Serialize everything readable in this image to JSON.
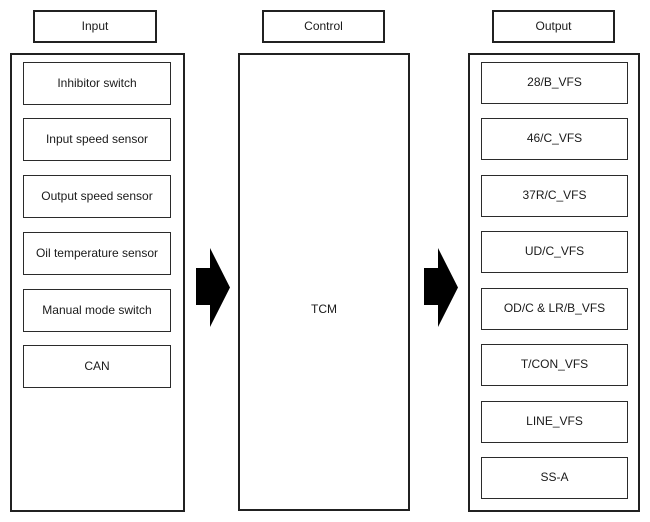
{
  "diagram": {
    "input": {
      "header": "Input",
      "items": [
        "Inhibitor switch",
        "Input speed sensor",
        "Output speed sensor",
        "Oil temperature sensor",
        "Manual mode switch",
        "CAN"
      ]
    },
    "control": {
      "header": "Control",
      "unit": "TCM"
    },
    "output": {
      "header": "Output",
      "items": [
        "28/B_VFS",
        "46/C_VFS",
        "37R/C_VFS",
        "UD/C_VFS",
        "OD/C & LR/B_VFS",
        "T/CON_VFS",
        "LINE_VFS",
        "SS-A"
      ]
    },
    "colors": {
      "line": "#212121",
      "arrow": "#000000",
      "background": "#ffffff",
      "text": "#1a1a1a"
    }
  }
}
